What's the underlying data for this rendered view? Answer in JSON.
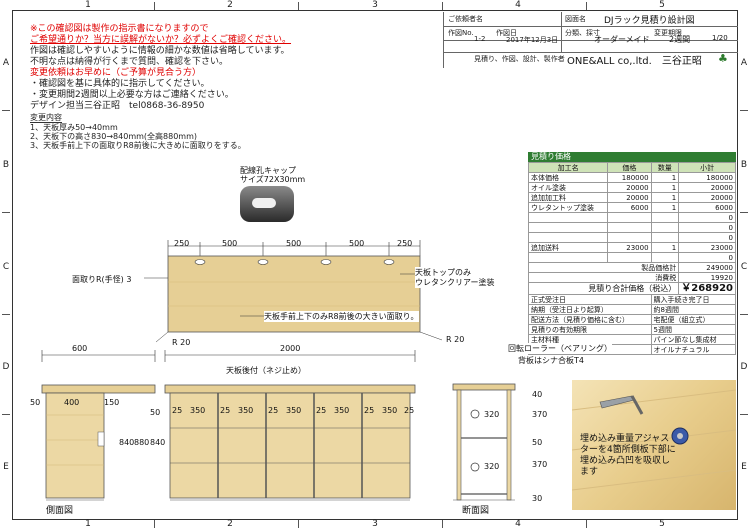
{
  "grid": {
    "columns": [
      "1",
      "2",
      "3",
      "4",
      "5"
    ],
    "rows": [
      "A",
      "B",
      "C",
      "D",
      "E"
    ]
  },
  "notes": {
    "lines": [
      "※この確認図は製作の指示書になりますので",
      "ご希望通りか？当方に誤解がないか？必ずよくご確認ください。",
      "作図は確認しやすいように情報の細かな数値は省略しています。",
      "不明な点は納得が行くまで質問、確認を下さい。",
      "変更依頼はお早めに（ご予算が見合う方）",
      "・確認図を基に具体的に指示してください。",
      "・変更期間2週間以上必要な方はご連絡ください。",
      "デザイン担当三谷正昭　tel0868-36-8950"
    ],
    "changes_title": "変更内容",
    "changes": [
      "1、天板厚み50→40mm",
      "2、天板下の高さ830→840mm(全高880mm)",
      "3、天板手前上下の面取りR8前後に大きめに面取りをする。"
    ]
  },
  "title_block": {
    "customer_label": "ご依頼者名",
    "drawing_name_label": "図面名",
    "drawing_name": "DJラック見積り設計図",
    "work_no_label": "作図No.",
    "work_no": "1-2",
    "date_label": "作図日",
    "date": "2017年12月3日",
    "category_label": "分類、採寸",
    "category": "オーダーメイド",
    "period_label": "変更期限",
    "period": "2週間",
    "scale": "1/20",
    "maker_label": "見積り、作図、設計、製作者",
    "company": "ONE&ALL co,.ltd.　三谷正昭"
  },
  "estimate": {
    "title": "見積り価格",
    "headers": [
      "加工名",
      "価格",
      "数量",
      "小計"
    ],
    "rows": [
      [
        "本体価格",
        "180000",
        "1",
        "180000"
      ],
      [
        "オイル塗装",
        "20000",
        "1",
        "20000"
      ],
      [
        "追加加工料",
        "20000",
        "1",
        "20000"
      ],
      [
        "ウレタントップ塗装",
        "6000",
        "1",
        "6000"
      ],
      [
        "",
        "",
        "",
        "0"
      ],
      [
        "",
        "",
        "",
        "0"
      ],
      [
        "",
        "",
        "",
        "0"
      ],
      [
        "追加送料",
        "23000",
        "1",
        "23000"
      ],
      [
        "",
        "",
        "",
        "0"
      ]
    ],
    "product_total_label": "製品価格計",
    "product_total": "249000",
    "tax_label": "消費税",
    "tax": "19920",
    "grand_total_label": "見積り合計価格（税込）",
    "grand_total": "￥268920",
    "info": [
      [
        "正式受注日",
        "購入手続き完了日"
      ],
      [
        "納期（受注日より起算）",
        "約8週間"
      ],
      [
        "配送方法（見積り価格に含む）",
        "宅配便（組立式）"
      ],
      [
        "見積りの有効期限",
        "5週間"
      ],
      [
        "主材料種",
        "パイン節なし集成材"
      ],
      [
        "塗装",
        "オイルナチュラル"
      ]
    ]
  },
  "cap": {
    "label1": "配線孔キャップ",
    "label2": "サイズ72X30mm"
  },
  "top_view": {
    "dims": [
      "250",
      "500",
      "500",
      "500",
      "250"
    ],
    "label_chamfer_side": "面取りR(手怪) 3",
    "label_top_coat1": "天板トップのみ",
    "label_top_coat2": "ウレタンクリアー塗装",
    "label_front_chamfer": "天板手前上下のみR8前後の大きい面取り。",
    "r_left": "R 20",
    "r_right": "R 20"
  },
  "front_view": {
    "width": "2000",
    "label_back": "天板後付（ネジ止め）",
    "cols": [
      "25",
      "350",
      "25",
      "350",
      "25",
      "350",
      "25",
      "350",
      "25",
      "350",
      "25"
    ],
    "h1": "50",
    "h2": "840",
    "h3": "880"
  },
  "side_view": {
    "width": "600",
    "d1": "400",
    "d2": "150",
    "h1": "840",
    "h2": "50",
    "caption": "側面図"
  },
  "section_view": {
    "label_roller": "回転ローラー（ベアリング）",
    "label_back": "背板はシナ合板T4",
    "d1": "320",
    "d2": "320",
    "h1": "370",
    "h2": "370",
    "h3": "40",
    "h4": "50",
    "h5": "30",
    "caption": "断面図"
  },
  "photo": {
    "label": "埋め込み重量アジャスターを4箇所側板下部に埋め込み凸凹を吸収します"
  }
}
